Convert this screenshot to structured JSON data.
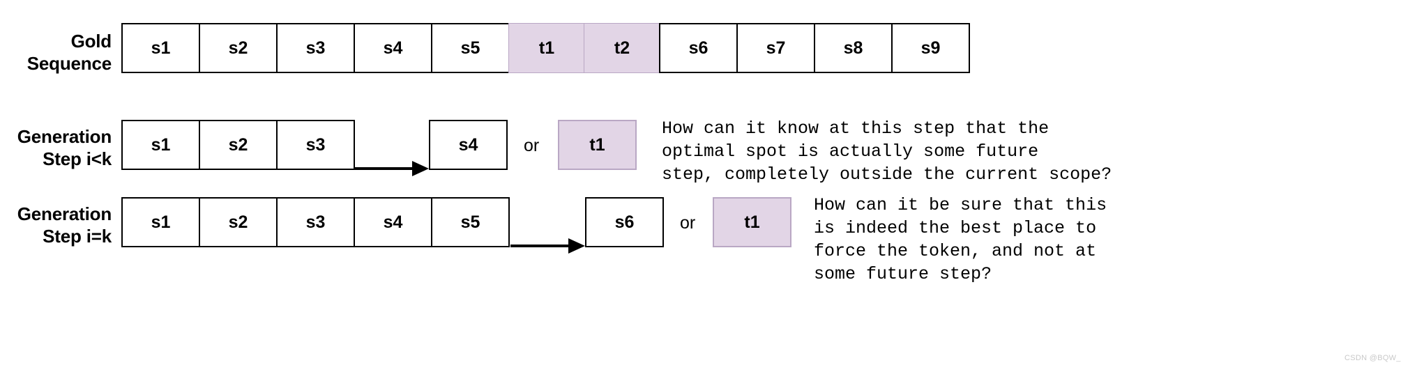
{
  "diagram": {
    "rows": [
      {
        "label_line1": "Gold",
        "label_line2": "Sequence",
        "cells": [
          {
            "text": "s1",
            "kind": "normal"
          },
          {
            "text": "s2",
            "kind": "normal"
          },
          {
            "text": "s3",
            "kind": "normal"
          },
          {
            "text": "s4",
            "kind": "normal"
          },
          {
            "text": "s5",
            "kind": "normal"
          },
          {
            "text": "t1",
            "kind": "token"
          },
          {
            "text": "t2",
            "kind": "token"
          },
          {
            "text": "s6",
            "kind": "normal"
          },
          {
            "text": "s7",
            "kind": "normal"
          },
          {
            "text": "s8",
            "kind": "normal"
          },
          {
            "text": "s9",
            "kind": "normal"
          }
        ]
      },
      {
        "label_line1": "Generation",
        "label_line2": "Step i<k",
        "cells": [
          {
            "text": "s1",
            "kind": "normal"
          },
          {
            "text": "s2",
            "kind": "normal"
          },
          {
            "text": "s3",
            "kind": "normal"
          }
        ],
        "next_box": "s4",
        "or_label": "or",
        "token_box": "t1",
        "note": "How can it know at this step that the\noptimal spot is actually some future\nstep, completely outside the current scope?"
      },
      {
        "label_line1": "Generation",
        "label_line2": "Step i=k",
        "cells": [
          {
            "text": "s1",
            "kind": "normal"
          },
          {
            "text": "s2",
            "kind": "normal"
          },
          {
            "text": "s3",
            "kind": "normal"
          },
          {
            "text": "s4",
            "kind": "normal"
          },
          {
            "text": "s5",
            "kind": "normal"
          }
        ],
        "next_box": "s6",
        "or_label": "or",
        "token_box": "t1",
        "note": "How can it be sure that this\nis indeed the best place to\nforce the token, and not at\nsome future step?"
      }
    ]
  },
  "colors": {
    "token_fill": "#e2d5e6",
    "token_border": "#b9a7c4",
    "stroke": "#000000",
    "watermark": "#c9c9c9"
  },
  "watermark": "CSDN @BQW_"
}
